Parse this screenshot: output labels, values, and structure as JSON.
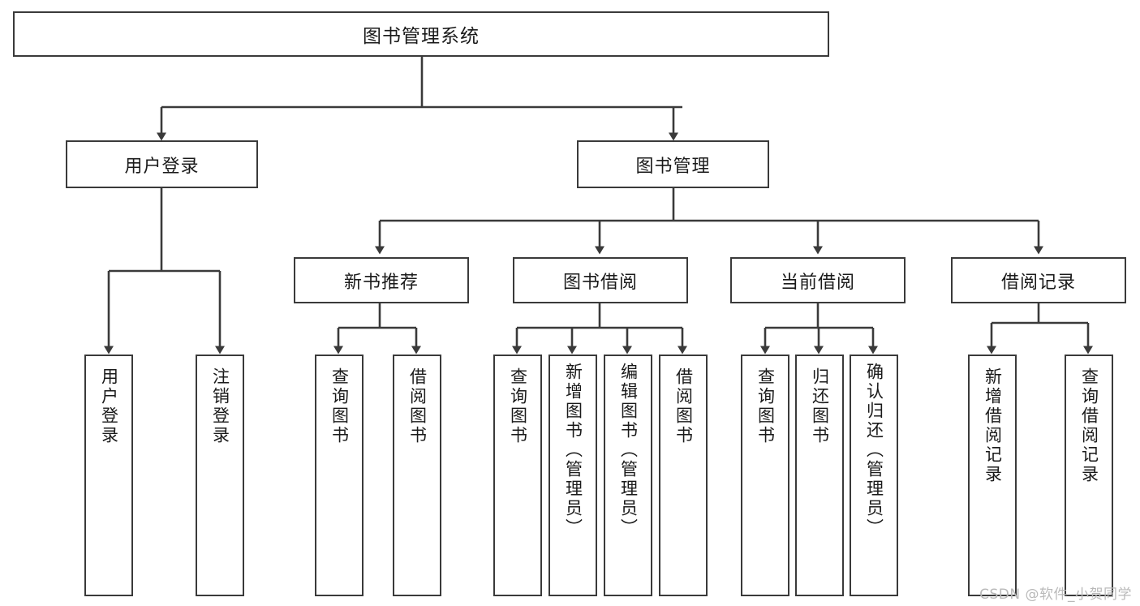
{
  "diagram": {
    "title": "图书管理系统",
    "type": "tree",
    "watermark": "CSDN @软件_小贺同学",
    "colors": {
      "stroke": "#3a3a3a",
      "fill": "#ffffff",
      "text": "#1a1a1a",
      "watermark": "#b9b9b9"
    },
    "nodes": {
      "root": {
        "label": "图书管理系统"
      },
      "level2": [
        {
          "id": "user-login",
          "label": "用户登录"
        },
        {
          "id": "book-manage",
          "label": "图书管理"
        }
      ],
      "level3": [
        {
          "id": "new-book-recommend",
          "label": "新书推荐"
        },
        {
          "id": "book-borrow",
          "label": "图书借阅"
        },
        {
          "id": "current-borrow",
          "label": "当前借阅"
        },
        {
          "id": "borrow-record",
          "label": "借阅记录"
        }
      ],
      "leaves": {
        "user_login": [
          {
            "id": "leaf-user-login",
            "label": "用户登录"
          },
          {
            "id": "leaf-logout",
            "label": "注销登录"
          }
        ],
        "new_book_recommend": [
          {
            "id": "leaf-query-book-1",
            "label": "查询图书"
          },
          {
            "id": "leaf-borrow-book-1",
            "label": "借阅图书"
          }
        ],
        "book_borrow": [
          {
            "id": "leaf-query-book-2",
            "label": "查询图书"
          },
          {
            "id": "leaf-add-book",
            "label": "新增图书（管理员）"
          },
          {
            "id": "leaf-edit-book",
            "label": "编辑图书（管理员）"
          },
          {
            "id": "leaf-borrow-book-2",
            "label": "借阅图书"
          }
        ],
        "current_borrow": [
          {
            "id": "leaf-query-book-3",
            "label": "查询图书"
          },
          {
            "id": "leaf-return-book",
            "label": "归还图书"
          },
          {
            "id": "leaf-confirm-return",
            "label": "确认归还（管理员）"
          }
        ],
        "borrow_record": [
          {
            "id": "leaf-add-record",
            "label": "新增借阅记录"
          },
          {
            "id": "leaf-query-record",
            "label": "查询借阅记录"
          }
        ]
      }
    }
  }
}
